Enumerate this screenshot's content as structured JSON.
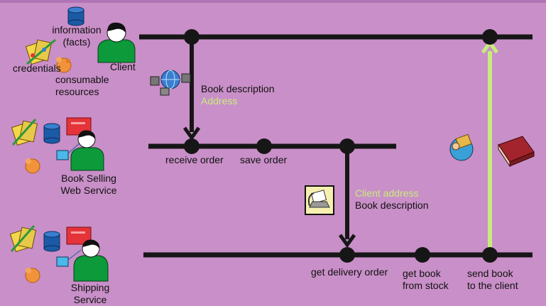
{
  "colors": {
    "background": "#c98fc8",
    "line": "#161616",
    "highlight": "#c8ec7a",
    "person": "#0c9a3a",
    "database": "#1b5aa6",
    "monitor": "#e43339"
  },
  "actors": {
    "client": {
      "name": "Client",
      "icon": "client-person-icon"
    },
    "book_service": {
      "name_line1": "Book Selling",
      "name_line2": "Web Service",
      "icon": "service-person-icon"
    },
    "shipping": {
      "name_line1": "Shipping",
      "name_line2": "Service",
      "icon": "shipping-person-icon"
    }
  },
  "legend": {
    "information": "information",
    "facts": "(facts)",
    "credentials": "credentials",
    "consumable1": "consumable",
    "consumable2": "resources"
  },
  "messages": {
    "msg1_line1": "Book description",
    "msg1_line2": "Address",
    "msg2_line1": "Client address",
    "msg2_line2": "Book description"
  },
  "events": {
    "receive_order": "receive order",
    "save_order": "save order",
    "get_delivery_order": "get delivery order",
    "get_book_1": "get book",
    "get_book_2": "from stock",
    "send_book_1": "send book",
    "send_book_2": "to the client"
  }
}
